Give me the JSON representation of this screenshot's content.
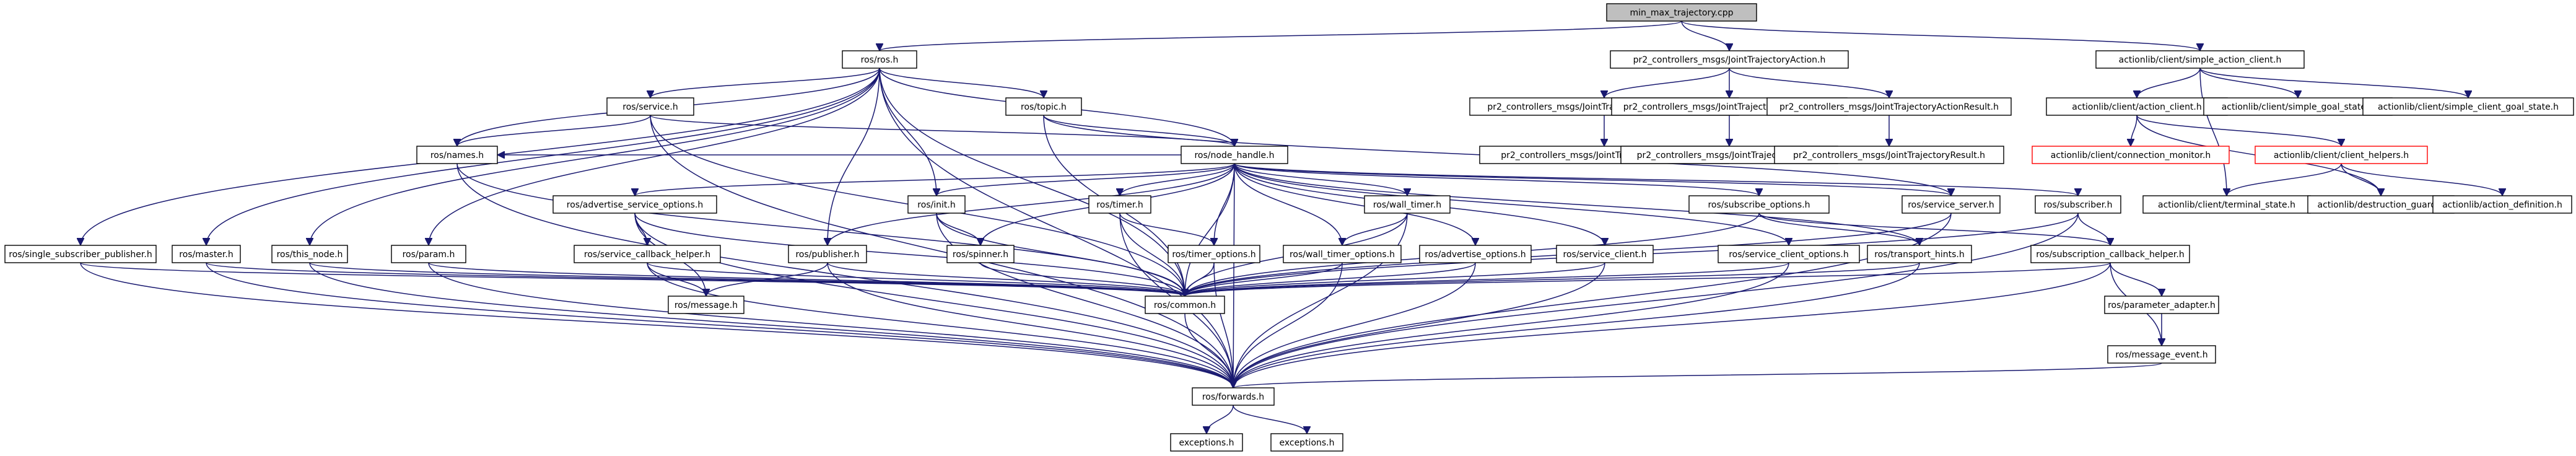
{
  "diagram": {
    "type": "include-dependency-graph",
    "colors": {
      "edge": "#191970",
      "root_fill": "#bfbfbf",
      "node_fill": "#ffffff",
      "node_border": "#000000",
      "truncated_border": "#ff0000"
    },
    "nodes": [
      {
        "id": "root",
        "label": "min_max_trajectory.cpp",
        "root": true
      },
      {
        "id": "ros_ros",
        "label": "ros/ros.h"
      },
      {
        "id": "pr2_jta",
        "label": "pr2_controllers_msgs/JointTrajectoryAction.h"
      },
      {
        "id": "al_sac",
        "label": "actionlib/client/simple_action_client.h"
      },
      {
        "id": "ros_service",
        "label": "ros/service.h"
      },
      {
        "id": "ros_topic",
        "label": "ros/topic.h"
      },
      {
        "id": "pr2_jtaf",
        "label": "pr2_controllers_msgs/JointTrajectoryActionFeedback.h"
      },
      {
        "id": "pr2_jtag",
        "label": "pr2_controllers_msgs/JointTrajectoryActionGoal.h"
      },
      {
        "id": "pr2_jtar",
        "label": "pr2_controllers_msgs/JointTrajectoryActionResult.h"
      },
      {
        "id": "al_ac",
        "label": "actionlib/client/action_client.h"
      },
      {
        "id": "al_sgs",
        "label": "actionlib/client/simple_goal_state.h"
      },
      {
        "id": "al_scgs",
        "label": "actionlib/client/simple_client_goal_state.h"
      },
      {
        "id": "ros_names",
        "label": "ros/names.h"
      },
      {
        "id": "ros_nh",
        "label": "ros/node_handle.h"
      },
      {
        "id": "pr2_jtf",
        "label": "pr2_controllers_msgs/JointTrajectoryFeedback.h"
      },
      {
        "id": "pr2_jtg",
        "label": "pr2_controllers_msgs/JointTrajectoryGoal.h"
      },
      {
        "id": "pr2_jtr",
        "label": "pr2_controllers_msgs/JointTrajectoryResult.h"
      },
      {
        "id": "al_cm",
        "label": "actionlib/client/connection_monitor.h",
        "truncated": true
      },
      {
        "id": "al_ch",
        "label": "actionlib/client/client_helpers.h",
        "truncated": true
      },
      {
        "id": "ros_aso",
        "label": "ros/advertise_service_options.h"
      },
      {
        "id": "ros_init",
        "label": "ros/init.h"
      },
      {
        "id": "ros_timer",
        "label": "ros/timer.h"
      },
      {
        "id": "ros_wt",
        "label": "ros/wall_timer.h"
      },
      {
        "id": "ros_so",
        "label": "ros/subscribe_options.h"
      },
      {
        "id": "ros_ss",
        "label": "ros/service_server.h"
      },
      {
        "id": "ros_sub",
        "label": "ros/subscriber.h"
      },
      {
        "id": "al_ts",
        "label": "actionlib/client/terminal_state.h"
      },
      {
        "id": "al_dg",
        "label": "actionlib/destruction_guard.h"
      },
      {
        "id": "al_ad",
        "label": "actionlib/action_definition.h"
      },
      {
        "id": "ros_ssp",
        "label": "ros/single_subscriber_publisher.h"
      },
      {
        "id": "ros_master",
        "label": "ros/master.h"
      },
      {
        "id": "ros_this",
        "label": "ros/this_node.h"
      },
      {
        "id": "ros_param",
        "label": "ros/param.h"
      },
      {
        "id": "ros_sch",
        "label": "ros/service_callback_helper.h"
      },
      {
        "id": "ros_pub",
        "label": "ros/publisher.h"
      },
      {
        "id": "ros_spinner",
        "label": "ros/spinner.h"
      },
      {
        "id": "ros_to",
        "label": "ros/timer_options.h"
      },
      {
        "id": "ros_wto",
        "label": "ros/wall_timer_options.h"
      },
      {
        "id": "ros_ao",
        "label": "ros/advertise_options.h"
      },
      {
        "id": "ros_sc",
        "label": "ros/service_client.h"
      },
      {
        "id": "ros_sco",
        "label": "ros/service_client_options.h"
      },
      {
        "id": "ros_th",
        "label": "ros/transport_hints.h"
      },
      {
        "id": "ros_subch",
        "label": "ros/subscription_callback_helper.h"
      },
      {
        "id": "ros_message",
        "label": "ros/message.h"
      },
      {
        "id": "ros_common",
        "label": "ros/common.h"
      },
      {
        "id": "ros_pa",
        "label": "ros/parameter_adapter.h"
      },
      {
        "id": "ros_me",
        "label": "ros/message_event.h"
      },
      {
        "id": "ros_fwd",
        "label": "ros/forwards.h"
      },
      {
        "id": "exc1",
        "label": "exceptions.h"
      },
      {
        "id": "exc2",
        "label": "exceptions.h"
      }
    ],
    "edges": [
      [
        "root",
        "ros_ros"
      ],
      [
        "root",
        "pr2_jta"
      ],
      [
        "root",
        "al_sac"
      ],
      [
        "pr2_jta",
        "pr2_jtaf"
      ],
      [
        "pr2_jta",
        "pr2_jtag"
      ],
      [
        "pr2_jta",
        "pr2_jtar"
      ],
      [
        "pr2_jtaf",
        "pr2_jtf"
      ],
      [
        "pr2_jtag",
        "pr2_jtg"
      ],
      [
        "pr2_jtar",
        "pr2_jtr"
      ],
      [
        "al_sac",
        "al_ac"
      ],
      [
        "al_sac",
        "al_sgs"
      ],
      [
        "al_sac",
        "al_scgs"
      ],
      [
        "al_sac",
        "al_ts"
      ],
      [
        "al_ac",
        "al_cm"
      ],
      [
        "al_ac",
        "al_ch"
      ],
      [
        "al_ac",
        "al_dg"
      ],
      [
        "al_ch",
        "al_ts"
      ],
      [
        "al_ch",
        "al_dg"
      ],
      [
        "al_ch",
        "al_ad"
      ],
      [
        "ros_ros",
        "ros_service"
      ],
      [
        "ros_ros",
        "ros_topic"
      ],
      [
        "ros_ros",
        "ros_names"
      ],
      [
        "ros_ros",
        "ros_nh"
      ],
      [
        "ros_ros",
        "ros_ssp"
      ],
      [
        "ros_ros",
        "ros_master"
      ],
      [
        "ros_ros",
        "ros_this"
      ],
      [
        "ros_ros",
        "ros_param"
      ],
      [
        "ros_ros",
        "ros_init"
      ],
      [
        "ros_ros",
        "ros_pub"
      ],
      [
        "ros_ros",
        "ros_common"
      ],
      [
        "ros_ros",
        "ros_fwd"
      ],
      [
        "ros_service",
        "ros_names"
      ],
      [
        "ros_service",
        "ros_nh"
      ],
      [
        "ros_service",
        "ros_common"
      ],
      [
        "ros_service",
        "ros_fwd"
      ],
      [
        "ros_topic",
        "ros_nh"
      ],
      [
        "ros_topic",
        "ros_common"
      ],
      [
        "ros_topic",
        "ros_ss"
      ],
      [
        "ros_names",
        "ros_fwd"
      ],
      [
        "ros_names",
        "ros_common"
      ],
      [
        "ros_nh",
        "ros_aso"
      ],
      [
        "ros_nh",
        "ros_init"
      ],
      [
        "ros_nh",
        "ros_timer"
      ],
      [
        "ros_nh",
        "ros_wt"
      ],
      [
        "ros_nh",
        "ros_so"
      ],
      [
        "ros_nh",
        "ros_ss"
      ],
      [
        "ros_nh",
        "ros_sub"
      ],
      [
        "ros_nh",
        "ros_pub"
      ],
      [
        "ros_nh",
        "ros_spinner"
      ],
      [
        "ros_nh",
        "ros_to"
      ],
      [
        "ros_nh",
        "ros_wto"
      ],
      [
        "ros_nh",
        "ros_ao"
      ],
      [
        "ros_nh",
        "ros_sc"
      ],
      [
        "ros_nh",
        "ros_sco"
      ],
      [
        "ros_nh",
        "ros_th"
      ],
      [
        "ros_nh",
        "ros_common"
      ],
      [
        "ros_nh",
        "ros_fwd"
      ],
      [
        "ros_nh",
        "ros_names"
      ],
      [
        "ros_aso",
        "ros_sch"
      ],
      [
        "ros_aso",
        "ros_common"
      ],
      [
        "ros_aso",
        "ros_fwd"
      ],
      [
        "ros_aso",
        "ros_message"
      ],
      [
        "ros_sch",
        "ros_message"
      ],
      [
        "ros_sch",
        "ros_common"
      ],
      [
        "ros_sch",
        "ros_fwd"
      ],
      [
        "ros_init",
        "ros_spinner"
      ],
      [
        "ros_init",
        "ros_common"
      ],
      [
        "ros_init",
        "ros_fwd"
      ],
      [
        "ros_timer",
        "ros_to"
      ],
      [
        "ros_timer",
        "ros_common"
      ],
      [
        "ros_timer",
        "ros_fwd"
      ],
      [
        "ros_wt",
        "ros_wto"
      ],
      [
        "ros_wt",
        "ros_common"
      ],
      [
        "ros_wt",
        "ros_fwd"
      ],
      [
        "ros_so",
        "ros_th"
      ],
      [
        "ros_so",
        "ros_subch"
      ],
      [
        "ros_so",
        "ros_common"
      ],
      [
        "ros_ss",
        "ros_common"
      ],
      [
        "ros_ss",
        "ros_fwd"
      ],
      [
        "ros_sub",
        "ros_common"
      ],
      [
        "ros_sub",
        "ros_subch"
      ],
      [
        "ros_sub",
        "ros_fwd"
      ],
      [
        "ros_ssp",
        "ros_common"
      ],
      [
        "ros_ssp",
        "ros_fwd"
      ],
      [
        "ros_master",
        "ros_common"
      ],
      [
        "ros_master",
        "ros_fwd"
      ],
      [
        "ros_this",
        "ros_common"
      ],
      [
        "ros_this",
        "ros_fwd"
      ],
      [
        "ros_param",
        "ros_common"
      ],
      [
        "ros_param",
        "ros_fwd"
      ],
      [
        "ros_pub",
        "ros_message"
      ],
      [
        "ros_pub",
        "ros_common"
      ],
      [
        "ros_pub",
        "ros_fwd"
      ],
      [
        "ros_spinner",
        "ros_common"
      ],
      [
        "ros_to",
        "ros_common"
      ],
      [
        "ros_to",
        "ros_fwd"
      ],
      [
        "ros_wto",
        "ros_common"
      ],
      [
        "ros_wto",
        "ros_fwd"
      ],
      [
        "ros_ao",
        "ros_common"
      ],
      [
        "ros_ao",
        "ros_fwd"
      ],
      [
        "ros_sc",
        "ros_common"
      ],
      [
        "ros_sc",
        "ros_fwd"
      ],
      [
        "ros_sco",
        "ros_common"
      ],
      [
        "ros_sco",
        "ros_fwd"
      ],
      [
        "ros_th",
        "ros_common"
      ],
      [
        "ros_th",
        "ros_fwd"
      ],
      [
        "ros_subch",
        "ros_pa"
      ],
      [
        "ros_subch",
        "ros_me"
      ],
      [
        "ros_subch",
        "ros_common"
      ],
      [
        "ros_subch",
        "ros_fwd"
      ],
      [
        "ros_pa",
        "ros_me"
      ],
      [
        "ros_me",
        "ros_fwd"
      ],
      [
        "ros_common",
        "ros_fwd"
      ],
      [
        "ros_fwd",
        "exc1"
      ],
      [
        "ros_fwd",
        "exc2"
      ]
    ]
  }
}
